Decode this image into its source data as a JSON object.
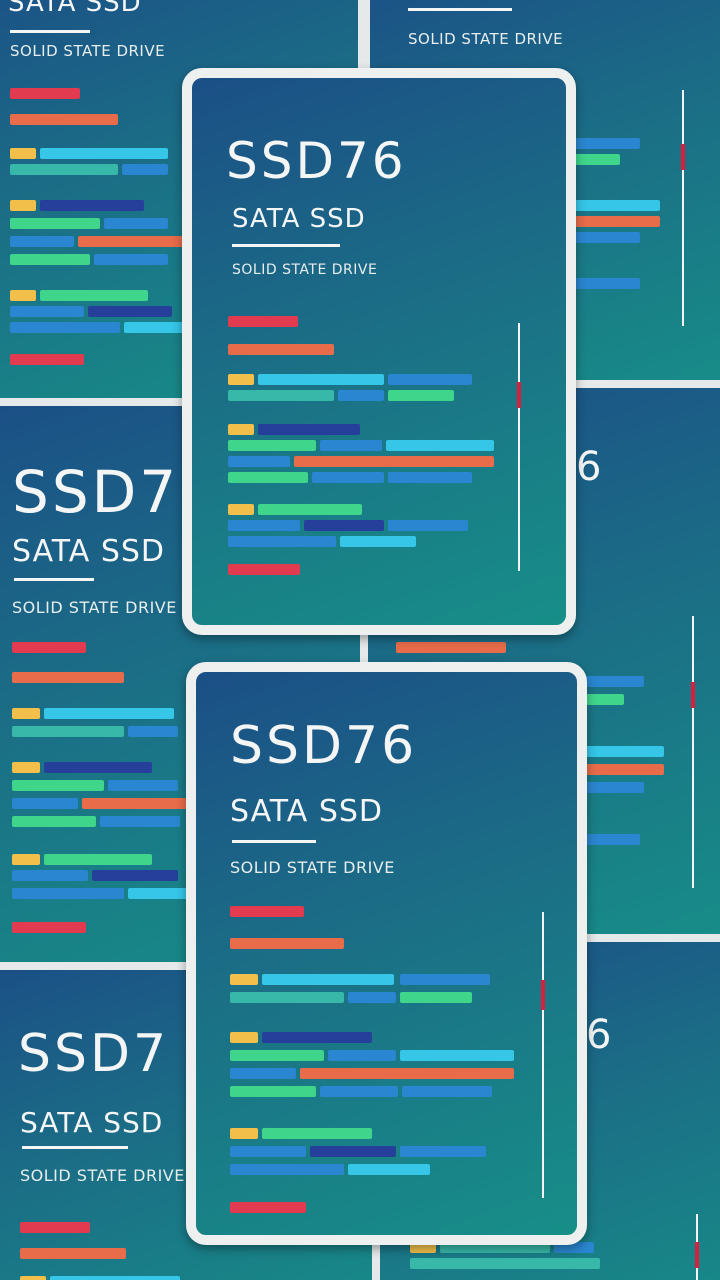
{
  "product": {
    "model": "SSD76",
    "model_partial": "SSD7",
    "type": "SATA SSD",
    "subtitle": "SOLID STATE DRIVE",
    "partial_numeral": "6"
  },
  "colors": {
    "red": "#e23a4e",
    "orange": "#e86c4a",
    "yellow": "#f2c04a",
    "cyan": "#35c6e8",
    "blue": "#2a86d0",
    "green": "#3fd68c",
    "navy": "#263f9a",
    "teal": "#38b8a8",
    "frame": "#eef0f0"
  }
}
